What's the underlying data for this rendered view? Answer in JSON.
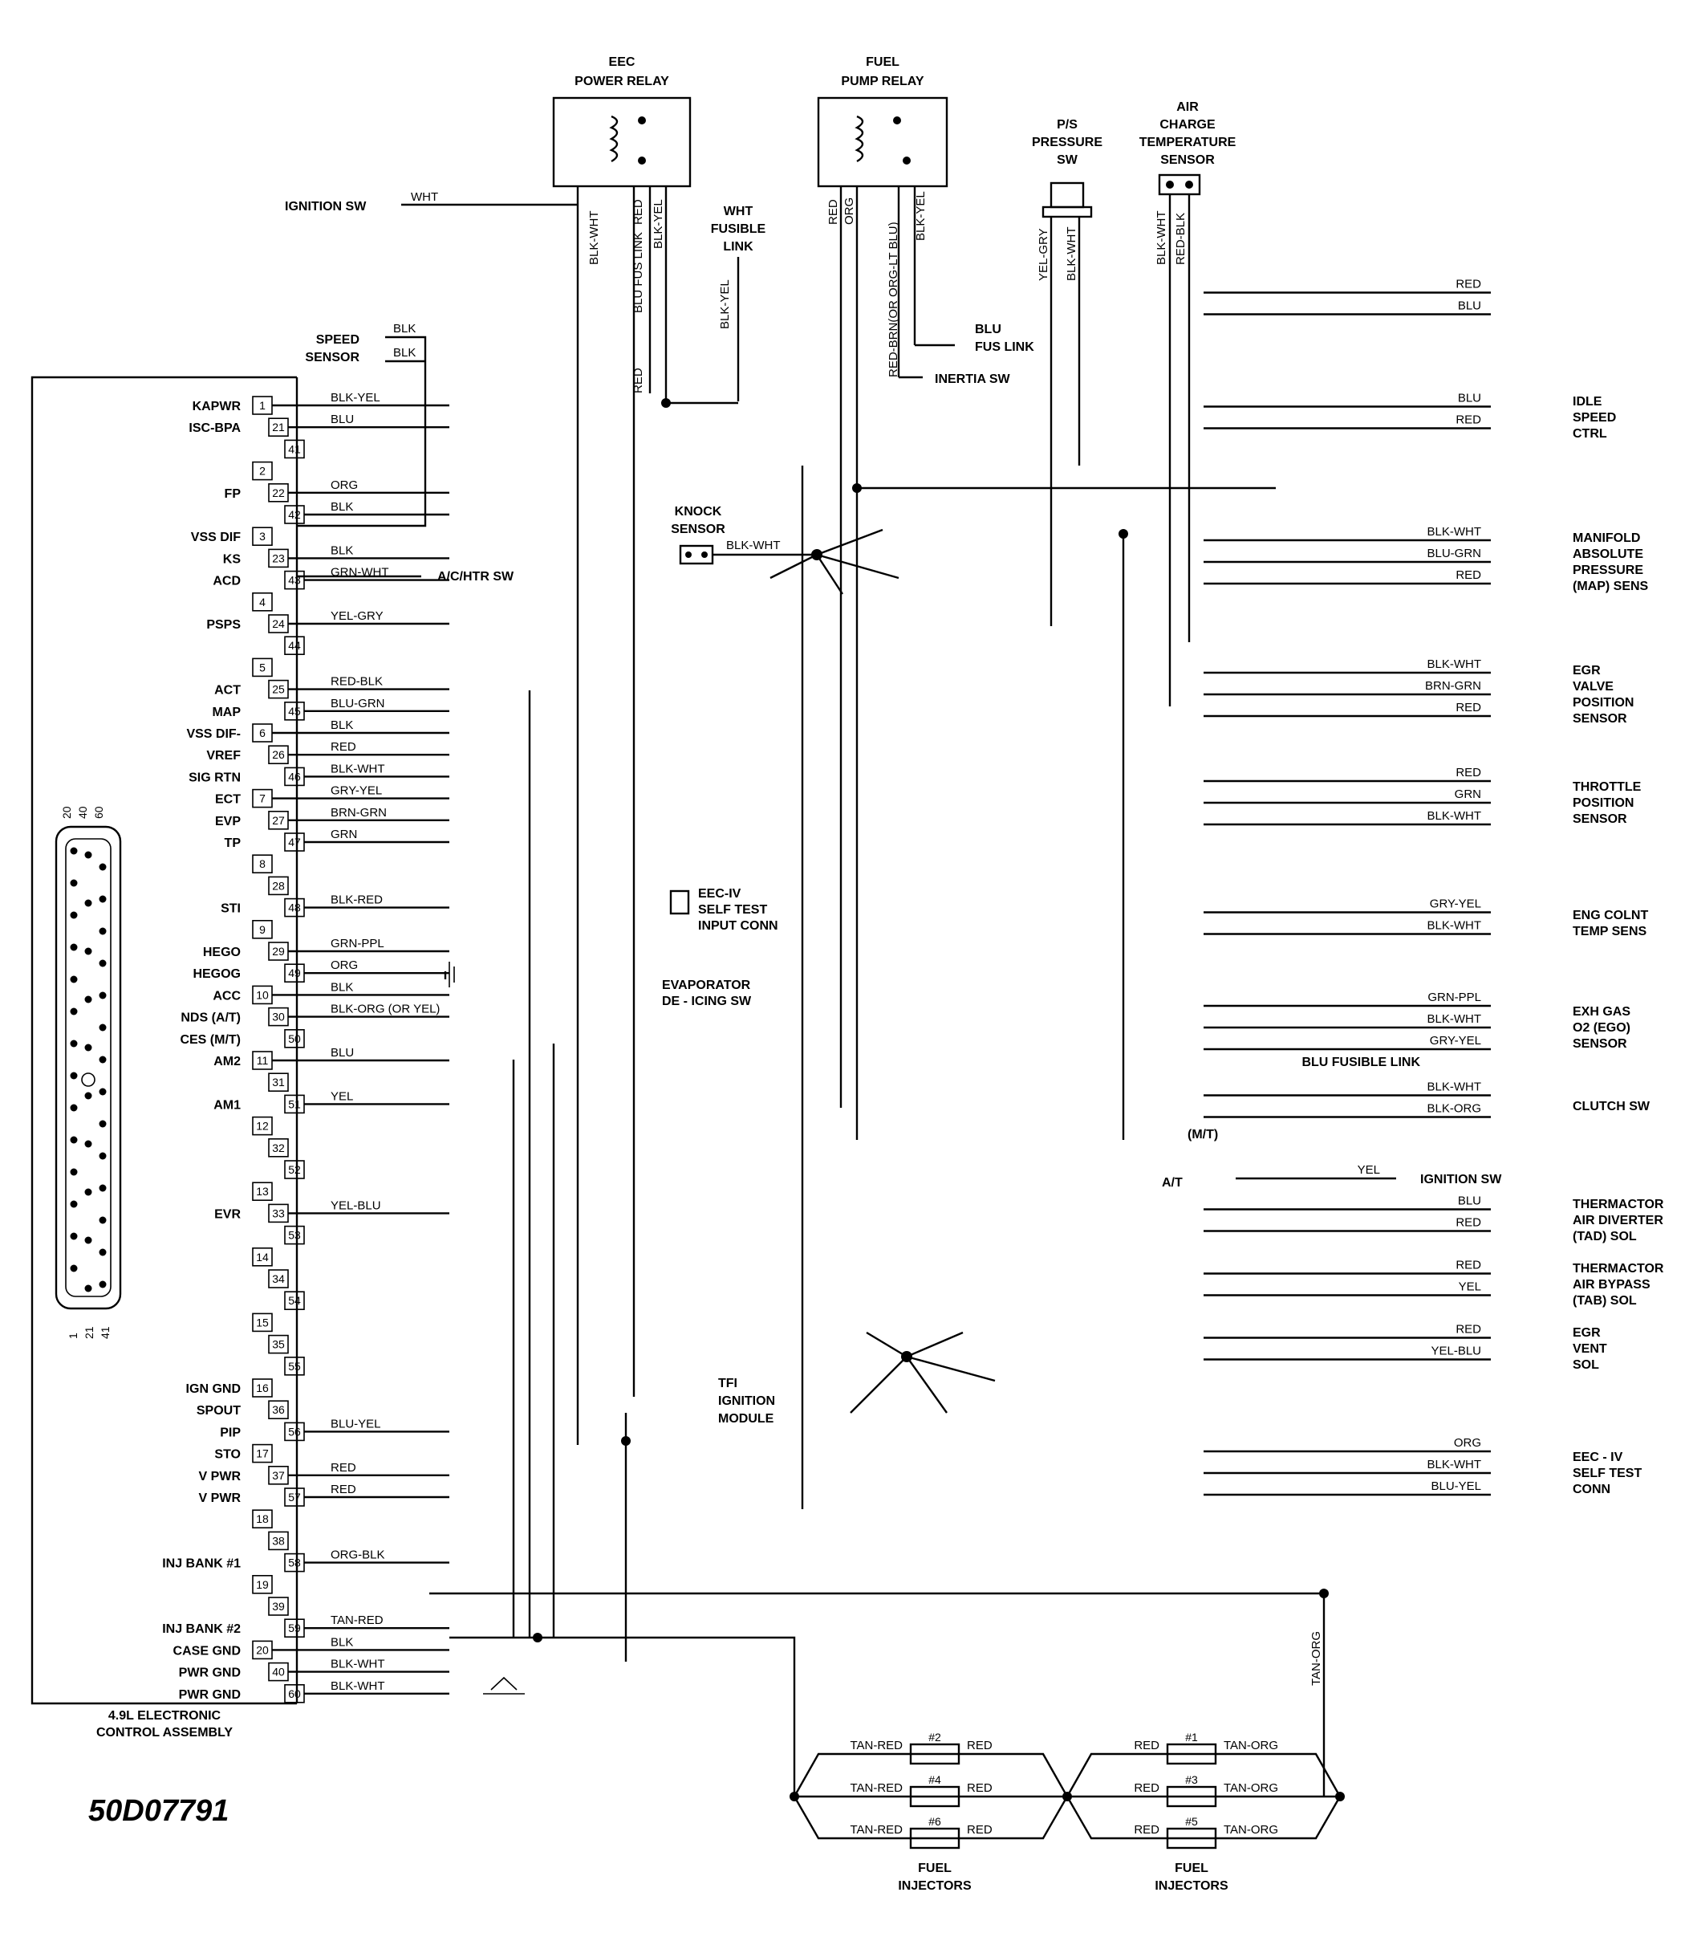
{
  "figure_code": "50D07791",
  "ecu": {
    "title_line1": "4.9L ELECTRONIC",
    "title_line2": "CONTROL ASSEMBLY",
    "signals": [
      {
        "name": "KAPWR",
        "pin": "1",
        "wire": "BLK-YEL"
      },
      {
        "name": "ISC-BPA",
        "pin": "21",
        "wire": "BLU"
      },
      {
        "name": "",
        "pin": "41",
        "wire": ""
      },
      {
        "name": "",
        "pin": "2",
        "wire": ""
      },
      {
        "name": "FP",
        "pin": "22",
        "wire": "ORG"
      },
      {
        "name": "",
        "pin": "42",
        "wire": "BLK"
      },
      {
        "name": "VSS DIF",
        "pin": "3",
        "wire": ""
      },
      {
        "name": "KS",
        "pin": "23",
        "wire": "BLK"
      },
      {
        "name": "ACD",
        "pin": "43",
        "wire": "GRN-WHT"
      },
      {
        "name": "",
        "pin": "4",
        "wire": ""
      },
      {
        "name": "PSPS",
        "pin": "24",
        "wire": "YEL-GRY"
      },
      {
        "name": "",
        "pin": "44",
        "wire": ""
      },
      {
        "name": "",
        "pin": "5",
        "wire": ""
      },
      {
        "name": "ACT",
        "pin": "25",
        "wire": "RED-BLK"
      },
      {
        "name": "MAP",
        "pin": "45",
        "wire": "BLU-GRN"
      },
      {
        "name": "VSS DIF-",
        "pin": "6",
        "wire": "BLK"
      },
      {
        "name": "VREF",
        "pin": "26",
        "wire": "RED"
      },
      {
        "name": "SIG RTN",
        "pin": "46",
        "wire": "BLK-WHT"
      },
      {
        "name": "ECT",
        "pin": "7",
        "wire": "GRY-YEL"
      },
      {
        "name": "EVP",
        "pin": "27",
        "wire": "BRN-GRN"
      },
      {
        "name": "TP",
        "pin": "47",
        "wire": "GRN"
      },
      {
        "name": "",
        "pin": "8",
        "wire": ""
      },
      {
        "name": "",
        "pin": "28",
        "wire": ""
      },
      {
        "name": "STI",
        "pin": "48",
        "wire": "BLK-RED"
      },
      {
        "name": "",
        "pin": "9",
        "wire": ""
      },
      {
        "name": "HEGO",
        "pin": "29",
        "wire": "GRN-PPL"
      },
      {
        "name": "HEGOG",
        "pin": "49",
        "wire": "ORG"
      },
      {
        "name": "ACC",
        "pin": "10",
        "wire": "BLK"
      },
      {
        "name": "NDS (A/T)",
        "pin": "30",
        "wire": "BLK-ORG (OR YEL)"
      },
      {
        "name": "CES (M/T)",
        "pin": "50",
        "wire": ""
      },
      {
        "name": "AM2",
        "pin": "11",
        "wire": "BLU"
      },
      {
        "name": "",
        "pin": "31",
        "wire": ""
      },
      {
        "name": "AM1",
        "pin": "51",
        "wire": "YEL"
      },
      {
        "name": "",
        "pin": "12",
        "wire": ""
      },
      {
        "name": "",
        "pin": "32",
        "wire": ""
      },
      {
        "name": "",
        "pin": "52",
        "wire": ""
      },
      {
        "name": "",
        "pin": "13",
        "wire": ""
      },
      {
        "name": "EVR",
        "pin": "33",
        "wire": "YEL-BLU"
      },
      {
        "name": "",
        "pin": "53",
        "wire": ""
      },
      {
        "name": "",
        "pin": "14",
        "wire": ""
      },
      {
        "name": "",
        "pin": "34",
        "wire": ""
      },
      {
        "name": "",
        "pin": "54",
        "wire": ""
      },
      {
        "name": "",
        "pin": "15",
        "wire": ""
      },
      {
        "name": "",
        "pin": "35",
        "wire": ""
      },
      {
        "name": "",
        "pin": "55",
        "wire": ""
      },
      {
        "name": "IGN GND",
        "pin": "16",
        "wire": ""
      },
      {
        "name": "SPOUT",
        "pin": "36",
        "wire": ""
      },
      {
        "name": "PIP",
        "pin": "56",
        "wire": "BLU-YEL"
      },
      {
        "name": "STO",
        "pin": "17",
        "wire": ""
      },
      {
        "name": "V PWR",
        "pin": "37",
        "wire": "RED"
      },
      {
        "name": "V PWR",
        "pin": "57",
        "wire": "RED"
      },
      {
        "name": "",
        "pin": "18",
        "wire": ""
      },
      {
        "name": "",
        "pin": "38",
        "wire": ""
      },
      {
        "name": "INJ BANK #1",
        "pin": "58",
        "wire": "ORG-BLK"
      },
      {
        "name": "",
        "pin": "19",
        "wire": ""
      },
      {
        "name": "",
        "pin": "39",
        "wire": ""
      },
      {
        "name": "INJ BANK #2",
        "pin": "59",
        "wire": "TAN-RED"
      },
      {
        "name": "CASE GND",
        "pin": "20",
        "wire": "BLK"
      },
      {
        "name": "PWR GND",
        "pin": "40",
        "wire": "BLK-WHT"
      },
      {
        "name": "PWR GND",
        "pin": "60",
        "wire": "BLK-WHT"
      }
    ],
    "connector_view_pins": [
      "20",
      "40",
      "60",
      "1",
      "21",
      "41"
    ]
  },
  "top_components": {
    "eec_relay": {
      "line1": "EEC",
      "line2": "POWER RELAY",
      "wires": [
        "BLK-WHT",
        "BLU FUS LINK",
        "RED",
        "BLK-YEL",
        "RED"
      ],
      "ign_label": "IGNITION SW",
      "ign_wire": "WHT"
    },
    "fuel_pump_relay": {
      "line1": "FUEL",
      "line2": "PUMP RELAY",
      "wires": [
        "RED",
        "ORG",
        "RED-BRN(OR ORG-LT BLU)",
        "BLK-YEL"
      ],
      "blu_fus": "BLU",
      "fus_link": "FUS LINK",
      "inertia": "INERTIA SW"
    },
    "wht_fusible": {
      "line1": "WHT",
      "line2": "FUSIBLE",
      "line3": "LINK",
      "wire": "BLK-YEL"
    },
    "ps_switch": {
      "line1": "P/S",
      "line2": "PRESSURE",
      "line3": "SW",
      "wires": [
        "YEL-GRY",
        "BLK-WHT"
      ]
    },
    "act_sensor": {
      "line1": "AIR",
      "line2": "CHARGE",
      "line3": "TEMPERATURE",
      "line4": "SENSOR",
      "wires": [
        "BLK-WHT",
        "RED-BLK"
      ]
    },
    "speed_sensor": {
      "line1": "SPEED",
      "line2": "SENSOR",
      "wires": [
        "BLK",
        "BLK"
      ]
    },
    "knock_sensor": {
      "line1": "KNOCK",
      "line2": "SENSOR",
      "wire": "BLK-WHT"
    },
    "ac_htr_sw": "A/C/HTR SW"
  },
  "right_components": [
    {
      "id": "diode",
      "wires": [
        "RED",
        "BLU"
      ]
    },
    {
      "id": "idle",
      "lines": [
        "IDLE",
        "SPEED",
        "CTRL"
      ],
      "wires": [
        "BLU",
        "RED"
      ]
    },
    {
      "id": "map",
      "lines": [
        "MANIFOLD",
        "ABSOLUTE",
        "PRESSURE",
        "(MAP) SENS"
      ],
      "wires": [
        "BLK-WHT",
        "BLU-GRN",
        "RED"
      ]
    },
    {
      "id": "egr-pos",
      "lines": [
        "EGR",
        "VALVE",
        "POSITION",
        "SENSOR"
      ],
      "wires": [
        "BLK-WHT",
        "BRN-GRN",
        "RED"
      ]
    },
    {
      "id": "tps",
      "lines": [
        "THROTTLE",
        "POSITION",
        "SENSOR"
      ],
      "wires": [
        "RED",
        "GRN",
        "BLK-WHT"
      ]
    },
    {
      "id": "ect",
      "lines": [
        "ENG COLNT",
        "TEMP SENS"
      ],
      "wires": [
        "GRY-YEL",
        "BLK-WHT"
      ]
    },
    {
      "id": "ego",
      "lines": [
        "EXH GAS",
        "O2 (EGO)",
        "SENSOR"
      ],
      "wires": [
        "GRN-PPL",
        "BLK-WHT",
        "GRY-YEL"
      ],
      "extra": "BLU FUSIBLE LINK"
    },
    {
      "id": "clutch",
      "lines": [
        "CLUTCH SW"
      ],
      "wires": [
        "BLK-WHT",
        "BLK-ORG"
      ],
      "mt": "(M/T)",
      "at": "A/T",
      "ign_wire": "YEL",
      "ign": "IGNITION SW"
    },
    {
      "id": "tad",
      "lines": [
        "THERMACTOR",
        "AIR DIVERTER",
        "(TAD) SOL"
      ],
      "wires": [
        "BLU",
        "RED"
      ]
    },
    {
      "id": "tab",
      "lines": [
        "THERMACTOR",
        "AIR BYPASS",
        "(TAB) SOL"
      ],
      "wires": [
        "RED",
        "YEL"
      ]
    },
    {
      "id": "egr-vent",
      "lines": [
        "EGR",
        "VENT",
        "SOL"
      ],
      "wires": [
        "RED",
        "YEL-BLU"
      ]
    },
    {
      "id": "self-test",
      "lines": [
        "EEC - IV",
        "SELF TEST",
        "CONN"
      ],
      "wires": [
        "ORG",
        "BLK-WHT",
        "BLU-YEL"
      ]
    }
  ],
  "mid_labels": {
    "self_test_input": [
      "EEC-IV",
      "SELF TEST",
      "INPUT CONN"
    ],
    "evap": [
      "EVAPORATOR",
      "DE - ICING SW"
    ],
    "tfi": [
      "TFI",
      "IGNITION",
      "MODULE"
    ]
  },
  "injectors": {
    "left": [
      {
        "num": "#2",
        "a": "TAN-RED",
        "b": "RED"
      },
      {
        "num": "#4",
        "a": "TAN-RED",
        "b": "RED"
      },
      {
        "num": "#6",
        "a": "TAN-RED",
        "b": "RED"
      }
    ],
    "right": [
      {
        "num": "#1",
        "a": "RED",
        "b": "TAN-ORG"
      },
      {
        "num": "#3",
        "a": "RED",
        "b": "TAN-ORG"
      },
      {
        "num": "#5",
        "a": "RED",
        "b": "TAN-ORG"
      }
    ],
    "caption_line1": "FUEL",
    "caption_line2": "INJECTORS",
    "bus_wire": "TAN-ORG"
  }
}
